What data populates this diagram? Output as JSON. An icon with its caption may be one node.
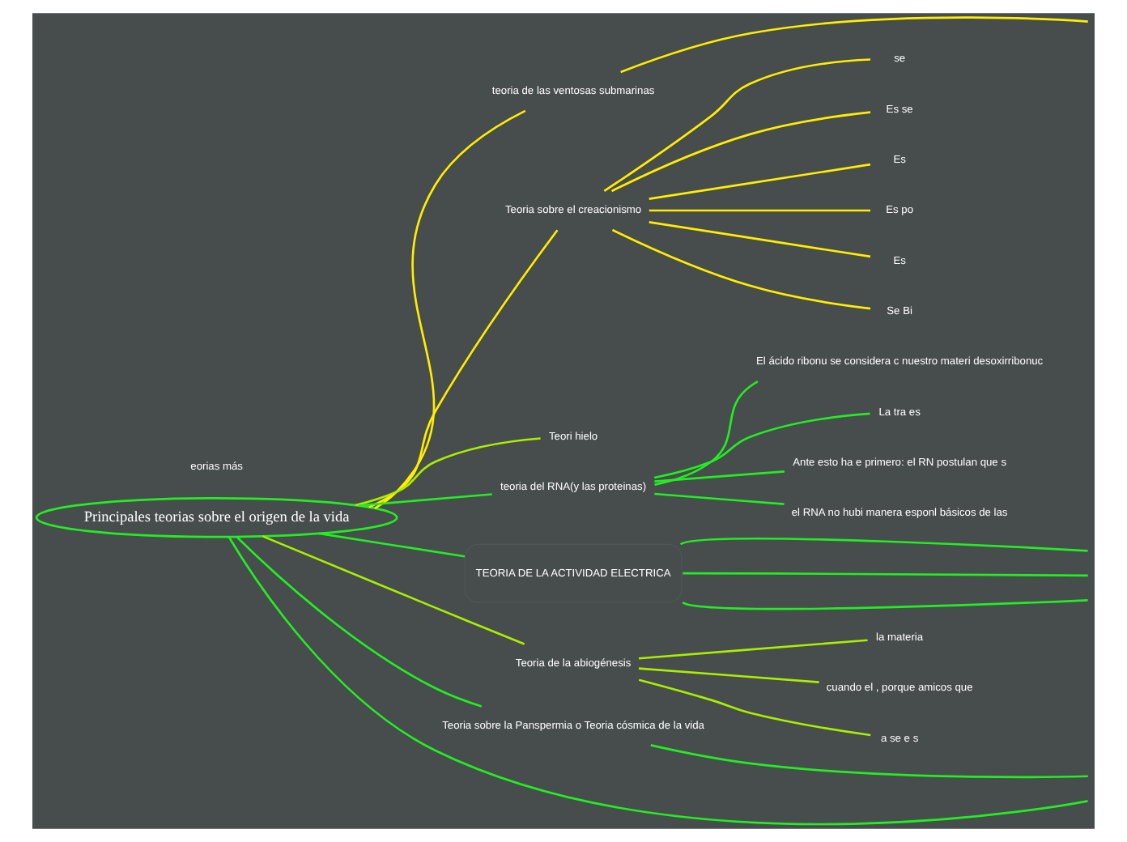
{
  "diagram": {
    "nodes": [
      {
        "text": [
          "Principales teorias sobre el origen de la vida"
        ]
      },
      {
        "text": [
          "teoria de las ventosas submarinas"
        ]
      },
      {
        "text": [
          "Teoria sobre el creacionismo"
        ]
      },
      {
        "text": [
          "se"
        ]
      },
      {
        "text": [
          "Es se"
        ]
      },
      {
        "text": [
          "Es"
        ]
      },
      {
        "text": [
          "Es po"
        ]
      },
      {
        "text": [
          "Es"
        ]
      },
      {
        "text": [
          "Se Bi"
        ]
      },
      {
        "text": [
          "Teori hielo"
        ]
      },
      {
        "text": [
          "teoria del RNA(y las proteinas)"
        ]
      },
      {
        "text": [
          "El ácido ribonu se considera c nuestro materi desoxirribonuc"
        ]
      },
      {
        "text": [
          "La tra es"
        ]
      },
      {
        "text": [
          "Ante esto ha e primero: el RN postulan que s"
        ]
      },
      {
        "text": [
          "el RNA no hubi manera esponl básicos de las"
        ]
      },
      {
        "text": [
          "TEORIA DE LA ACTIVIDAD ELECTRICA"
        ]
      },
      {
        "text": [
          "Teoria de la abiogénesis"
        ]
      },
      {
        "text": [
          "la materia"
        ]
      },
      {
        "text": [
          "cuando el , porque amicos que"
        ]
      },
      {
        "text": [
          "a se e s"
        ]
      },
      {
        "text": [
          "Teoria sobre la Panspermia o Teoria cósmica de la vida"
        ]
      }
    ],
    "edges": [
      {
        "from": 0,
        "to": 1,
        "arrow": "none",
        "color": "#ffee00"
      },
      {
        "from": 1,
        "to": null,
        "arrow": "none",
        "color": "#ffee00"
      },
      {
        "from": 0,
        "to": 2,
        "arrow": "none",
        "color": "#ffee00"
      },
      {
        "from": 2,
        "to": 3,
        "arrow": "none",
        "color": "#ffee00"
      },
      {
        "from": 2,
        "to": 4,
        "arrow": "none",
        "color": "#ffee00"
      },
      {
        "from": 2,
        "to": 5,
        "arrow": "none",
        "color": "#ffee00"
      },
      {
        "from": 2,
        "to": 6,
        "arrow": "none",
        "color": "#ffee00"
      },
      {
        "from": 2,
        "to": 7,
        "arrow": "none",
        "color": "#ffee00"
      },
      {
        "from": 2,
        "to": 8,
        "arrow": "none",
        "color": "#ffee00"
      },
      {
        "from": 0,
        "to": 9,
        "arrow": "none",
        "color": "#aaee00"
      },
      {
        "from": 0,
        "to": 10,
        "arrow": "none"
      },
      {
        "from": 10,
        "to": 11,
        "arrow": "none"
      },
      {
        "from": 10,
        "to": 12,
        "arrow": "none"
      },
      {
        "from": 10,
        "to": 13,
        "arrow": "none"
      },
      {
        "from": 10,
        "to": 14,
        "arrow": "none"
      },
      {
        "from": 0,
        "to": 15,
        "arrow": "none"
      },
      {
        "from": 15,
        "to": null,
        "arrow": "none"
      },
      {
        "from": 15,
        "to": null,
        "arrow": "none"
      },
      {
        "from": 15,
        "to": null,
        "arrow": "none"
      },
      {
        "from": 0,
        "to": 16,
        "arrow": "none",
        "color": "#aaee00"
      },
      {
        "from": 16,
        "to": 17,
        "arrow": "none",
        "color": "#aaee00"
      },
      {
        "from": 16,
        "to": 18,
        "arrow": "none",
        "color": "#aaee00"
      },
      {
        "from": 16,
        "to": 19,
        "arrow": "none",
        "color": "#aaee00"
      },
      {
        "from": 0,
        "to": 20,
        "arrow": "none"
      },
      {
        "from": 20,
        "to": null,
        "arrow": "none"
      },
      {
        "from": 0,
        "to": null,
        "arrow": "none"
      }
    ],
    "labels": [
      "eorias más"
    ]
  }
}
